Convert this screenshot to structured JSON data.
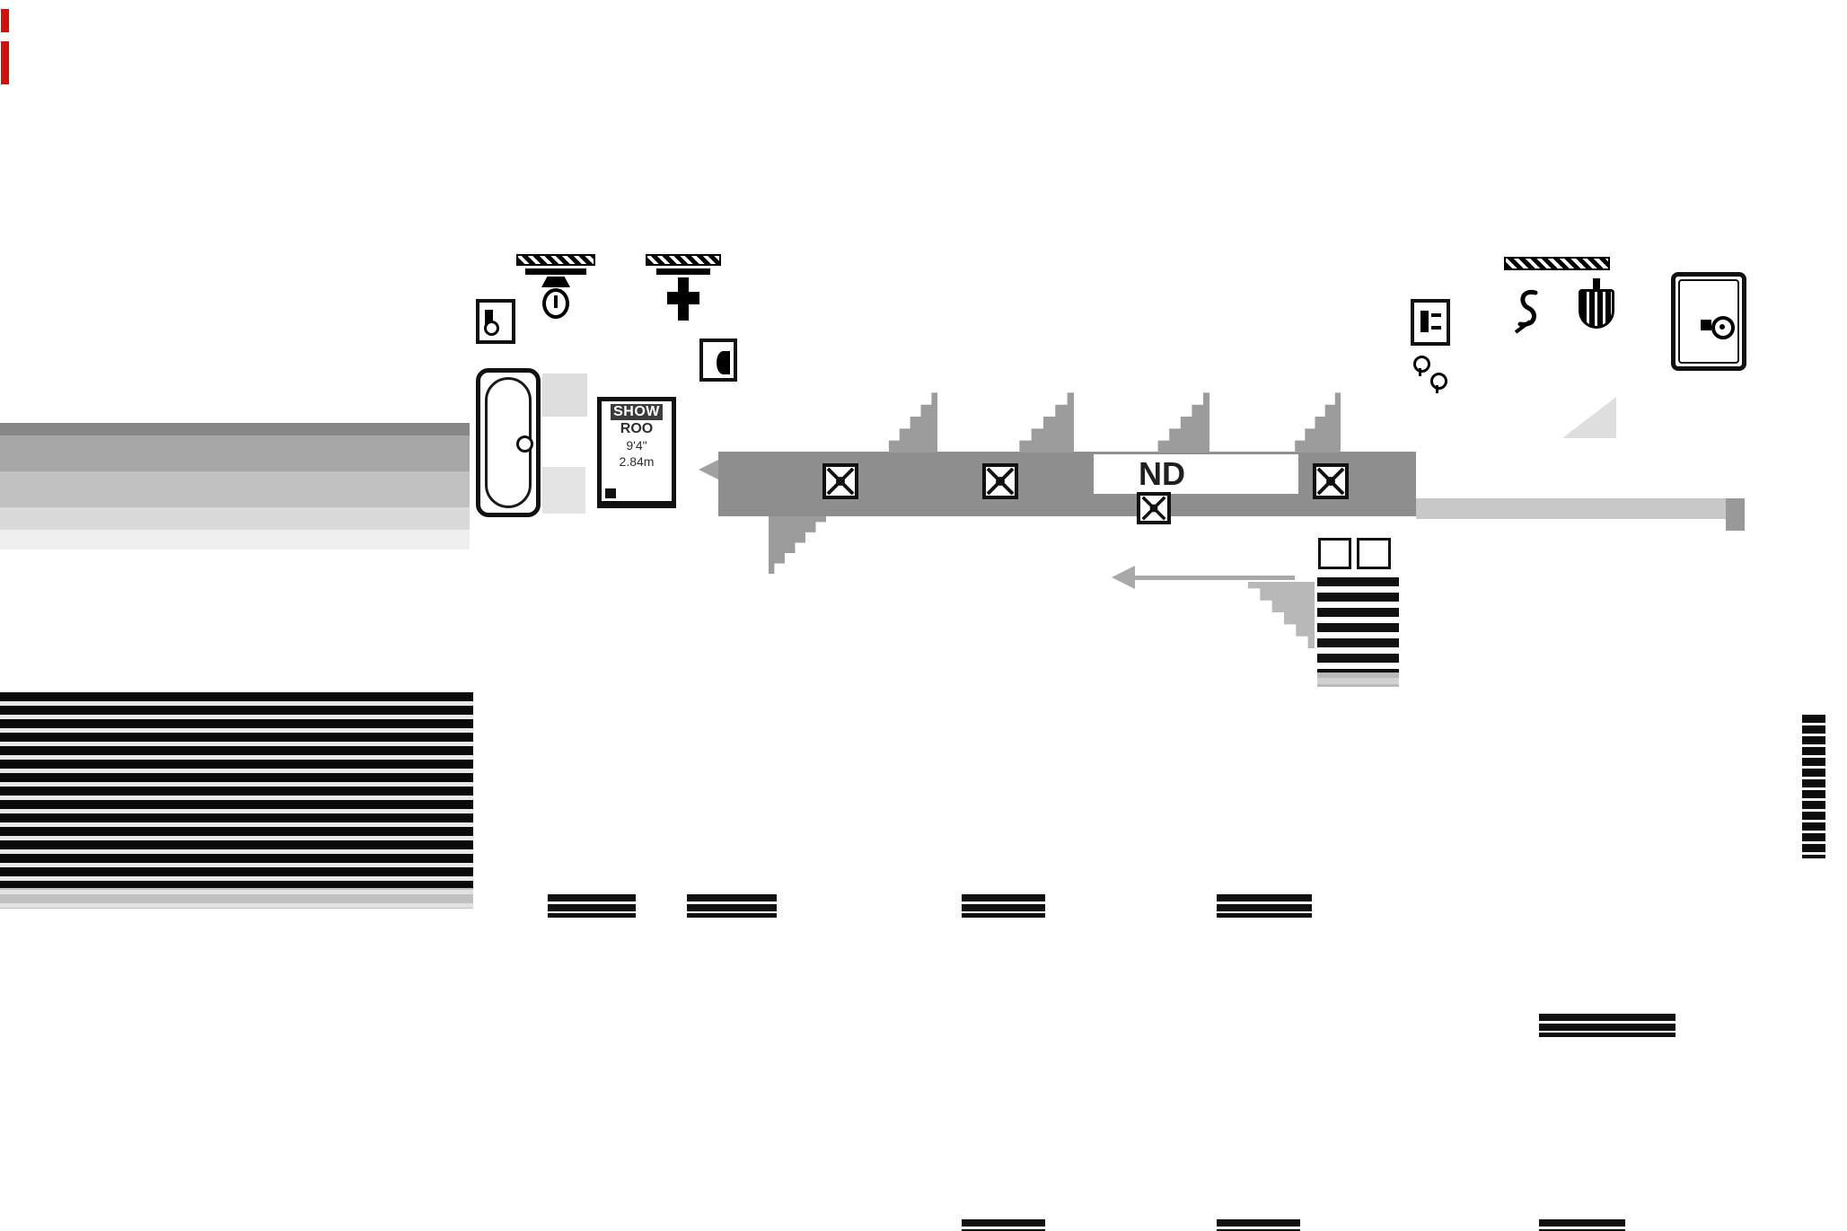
{
  "plan": {
    "shower_room": {
      "name_line1": "SHOW",
      "name_line2": "ROO",
      "dim_imperial": "9'4\"",
      "dim_metric": "2.84m"
    },
    "corridor": {
      "label": "ND"
    }
  },
  "icons": {
    "bathtub": "bathtub-plan-symbol",
    "shower_room": "shower-room-plan-symbol",
    "wall_light": "ceiling-wall-light-symbol",
    "cross_light": "cross-light-symbol",
    "socket_outlet": "socket-outlet-symbol",
    "fused_spur": "fused-spur-symbol",
    "switch": "switch-symbol",
    "extractor_fan": "extractor-fan-symbol",
    "control_panel": "control-panel-symbol",
    "double_socket": "double-socket-symbol",
    "junction_box": "x-junction-box-symbol",
    "staircase": "staircase-plan-symbol",
    "direction_arrow": "left-direction-arrow"
  },
  "colors": {
    "ink": "#111111",
    "corridor_gray": "#8e8e8e",
    "light_gray": "#c8c8c8",
    "step_gray": "#9c9c9c",
    "red_mark": "#cc1111",
    "background": "#ffffff"
  }
}
